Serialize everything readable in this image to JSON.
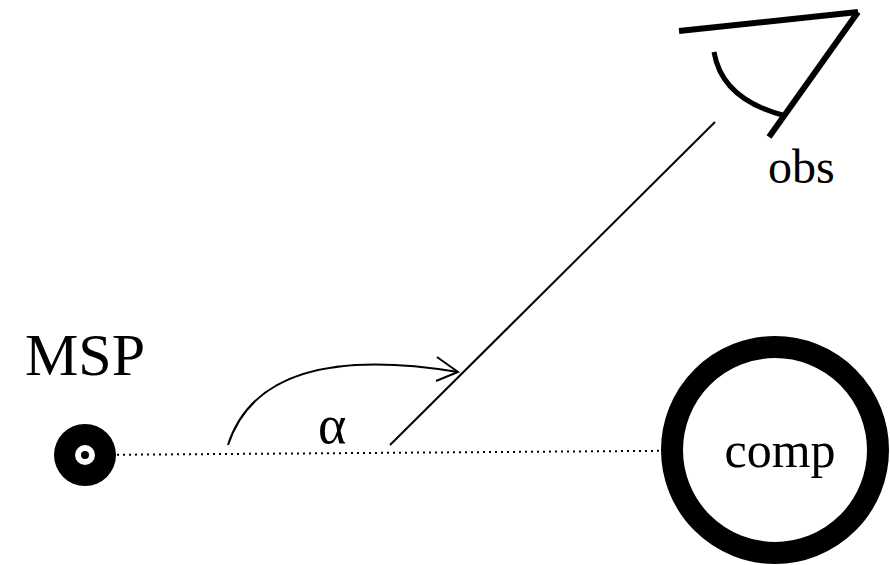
{
  "diagram": {
    "nodes": [
      {
        "text": [
          "MSP"
        ]
      },
      {
        "text": [
          "comp"
        ]
      }
    ],
    "edges": [
      {
        "from": 0,
        "to": 1,
        "arrow": "none"
      }
    ],
    "labels": [
      "α",
      "obs"
    ]
  }
}
